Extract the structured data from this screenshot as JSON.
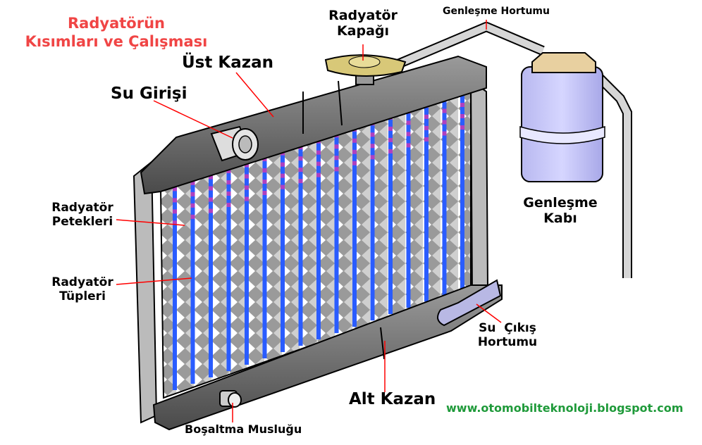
{
  "title": {
    "line1": "Radyatörün",
    "line2": "Kısımları ve Çalışması"
  },
  "labels": {
    "ust_kazan": "Üst Kazan",
    "su_girisi": "Su Girişi",
    "radyator_kapagi_1": "Radyatör",
    "radyator_kapagi_2": "Kapağı",
    "genlesme_hortumu": "Genleşme Hortumu",
    "genlesme_kabi_1": "Genleşme",
    "genlesme_kabi_2": "Kabı",
    "radyator_petekleri_1": "Radyatör",
    "radyator_petekleri_2": "Petekleri",
    "radyator_tupleri_1": "Radyatör",
    "radyator_tupleri_2": "Tüpleri",
    "su_cikis_1": "Su  Çıkış",
    "su_cikis_2": "Hortumu",
    "alt_kazan": "Alt Kazan",
    "bosaltma": "Boşaltma Musluğu"
  },
  "website": "www.otomobilteknoloji.blogspot.com",
  "colors": {
    "title": "#f04545",
    "leader": "#ff0000",
    "website": "#1f9a3a",
    "tube": "#2a5cff",
    "tank": "#c8c8f8"
  }
}
